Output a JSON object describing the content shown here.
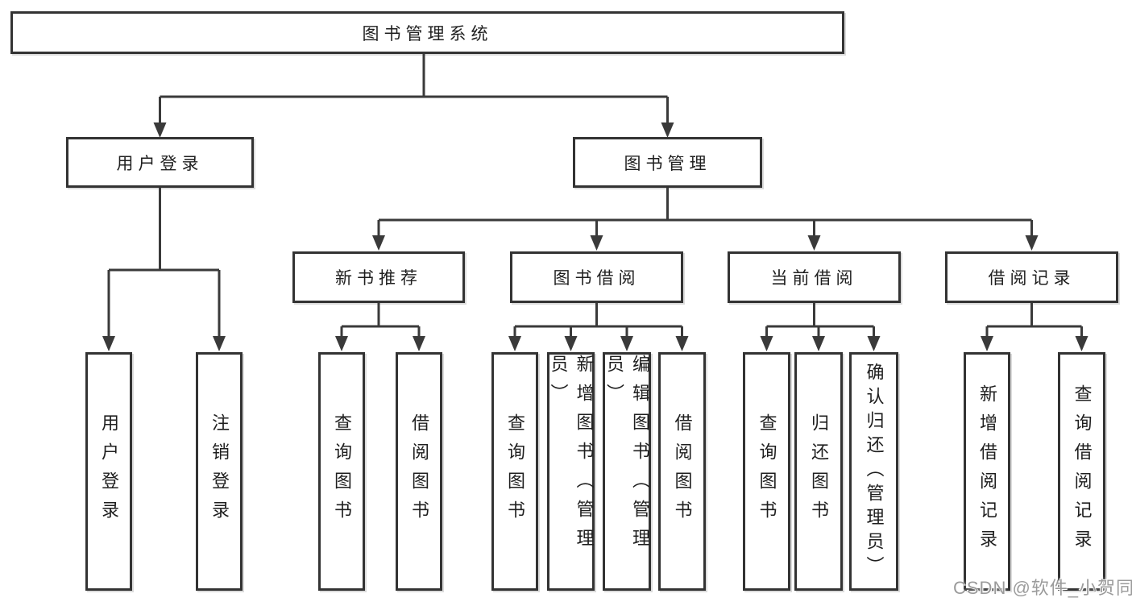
{
  "diagram": {
    "type": "hierarchy-flowchart",
    "colors": {
      "background": "#ffffff",
      "line": "#3a3a3a",
      "box_border": "#333333",
      "text": "#1f1f1f",
      "watermark_text": "#9b9b9b"
    },
    "root": {
      "label": "图书管理系统"
    },
    "level2": [
      {
        "label": "用户登录",
        "children": [
          "用户登录",
          "注销登录"
        ]
      },
      {
        "label": "图书管理"
      }
    ],
    "level3": [
      {
        "label": "新书推荐",
        "children": [
          "查询图书",
          "借阅图书"
        ]
      },
      {
        "label": "图书借阅",
        "children": [
          "查询图书",
          "新增图书（管理员）",
          "编辑图书（管理员）",
          "借阅图书"
        ]
      },
      {
        "label": "当前借阅",
        "children": [
          "查询图书",
          "归还图书",
          "确认归还（管理员）"
        ]
      },
      {
        "label": "借阅记录",
        "children": [
          "新增借阅记录",
          "查询借阅记录"
        ]
      }
    ],
    "watermark": "CSDN @软件_小贺同学"
  }
}
